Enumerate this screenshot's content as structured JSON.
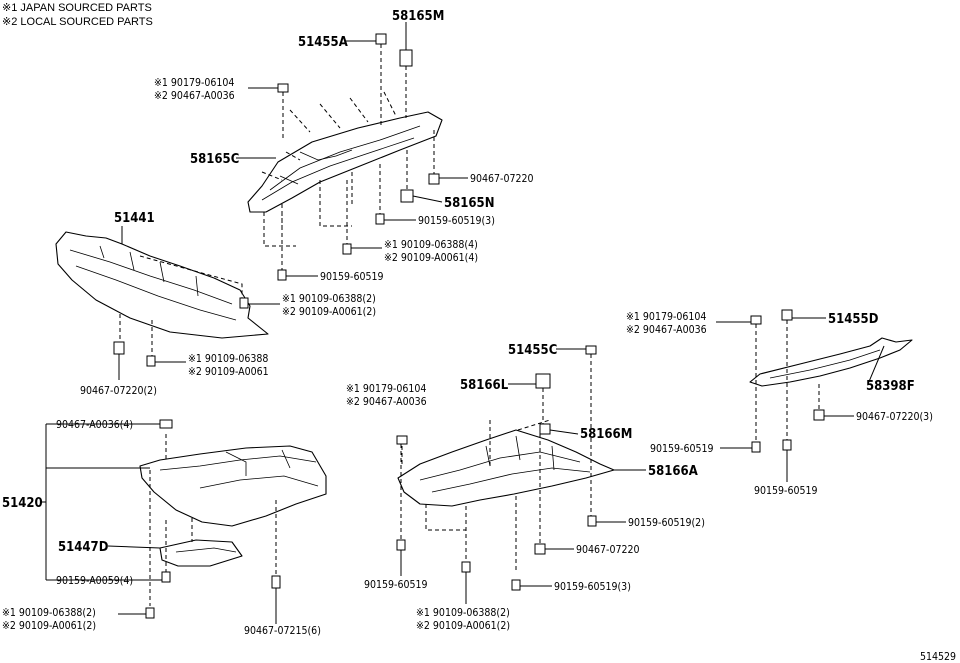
{
  "header": {
    "note1": "※1 JAPAN SOURCED PARTS",
    "note2": "※2 LOCAL SOURCED PARTS"
  },
  "figure_code": "514529",
  "labels": {
    "p58165M": "58165M",
    "p51455A": "51455A",
    "p90179_a1": "※1 90179-06104",
    "p90467_a2": "※2 90467-A0036",
    "p58165C": "58165C",
    "p90467_07220_a": "90467-07220",
    "p58165N": "58165N",
    "p90159_60519_3a": "90159-60519(3)",
    "p90109_06388_4": "※1 90109-06388(4)",
    "p90109_A0061_4": "※2 90109-A0061(4)",
    "p90159_60519_a": "90159-60519",
    "p51441": "51441",
    "p90109_06388_2a": "※1 90109-06388(2)",
    "p90109_A0061_2a": "※2 90109-A0061(2)",
    "p90109_06388": "※1 90109-06388",
    "p90109_A0061": "※2 90109-A0061",
    "p90467_07220_2": "90467-07220(2)",
    "p90179_b1": "※1 90179-06104",
    "p90467_b2": "※2 90467-A0036",
    "p51455D": "51455D",
    "p58398F": "58398F",
    "p90467_07220_3": "90467-07220(3)",
    "p90159_60519_b": "90159-60519",
    "p90159_60519_c": "90159-60519",
    "p51455C": "51455C",
    "p90179_c1": "※1 90179-06104",
    "p90467_c2": "※2 90467-A0036",
    "p58166L": "58166L",
    "p58166M": "58166M",
    "p58166A": "58166A",
    "p90159_60519_2": "90159-60519(2)",
    "p90467_07220_b": "90467-07220",
    "p90159_60519_d": "90159-60519",
    "p90159_60519_3b": "90159-60519(3)",
    "p90109_06388_2b": "※1 90109-06388(2)",
    "p90109_A0061_2b": "※2 90109-A0061(2)",
    "p90467_A0036_4": "90467-A0036(4)",
    "p51420": "51420",
    "p51447D": "51447D",
    "p90159_A0059_4": "90159-A0059(4)",
    "p90109_06388_2c": "※1 90109-06388(2)",
    "p90109_A0061_2c": "※2 90109-A0061(2)",
    "p90467_07215_6": "90467-07215(6)"
  }
}
